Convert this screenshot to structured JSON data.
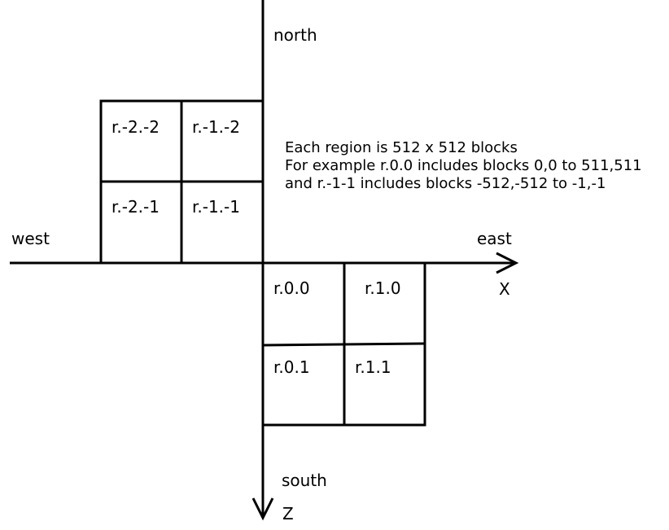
{
  "directions": {
    "north": "north",
    "south": "south",
    "east": "east",
    "west": "west"
  },
  "axes": {
    "x": "X",
    "z": "Z"
  },
  "regions": {
    "r_m2_m2": "r.-2.-2",
    "r_m1_m2": "r.-1.-2",
    "r_m2_m1": "r.-2.-1",
    "r_m1_m1": "r.-1.-1",
    "r_0_0": "r.0.0",
    "r_1_0": "r.1.0",
    "r_0_1": "r.0.1",
    "r_1_1": "r.1.1"
  },
  "notes": [
    "Each region is 512 x 512 blocks",
    "For example r.0.0 includes blocks 0,0 to 511,511",
    "and r.-1-1 includes blocks -512,-512 to -1,-1"
  ]
}
